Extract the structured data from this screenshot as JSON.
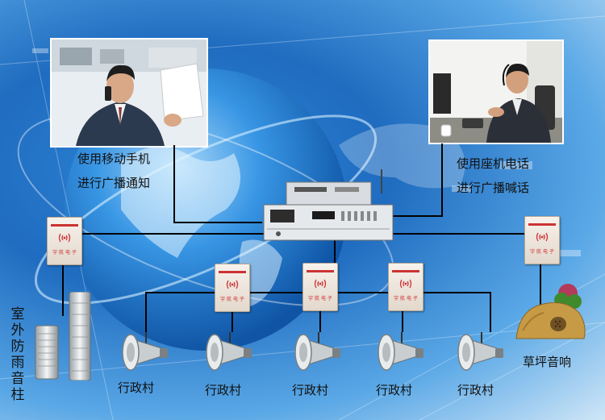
{
  "captions": {
    "mobile_line1": "使用移动手机",
    "mobile_line2": "进行广播通知",
    "landline_line1": "使用座机电话",
    "landline_line2": "进行广播喊话",
    "outdoor_column": "室外防雨音柱",
    "lawn_speaker": "草坪音响"
  },
  "villages": [
    "行政村",
    "行政村",
    "行政村",
    "行政村",
    "行政村"
  ],
  "colors": {
    "wire": "#000000",
    "background_blue": "#1f6cc0",
    "box_red": "#cc3333"
  },
  "icons": {
    "controller": "broadcast-controller-icon",
    "receiver_box": "receiver-box-icon",
    "horn": "horn-speaker-icon",
    "column": "column-speaker-icon",
    "lawn": "lawn-speaker-icon"
  }
}
